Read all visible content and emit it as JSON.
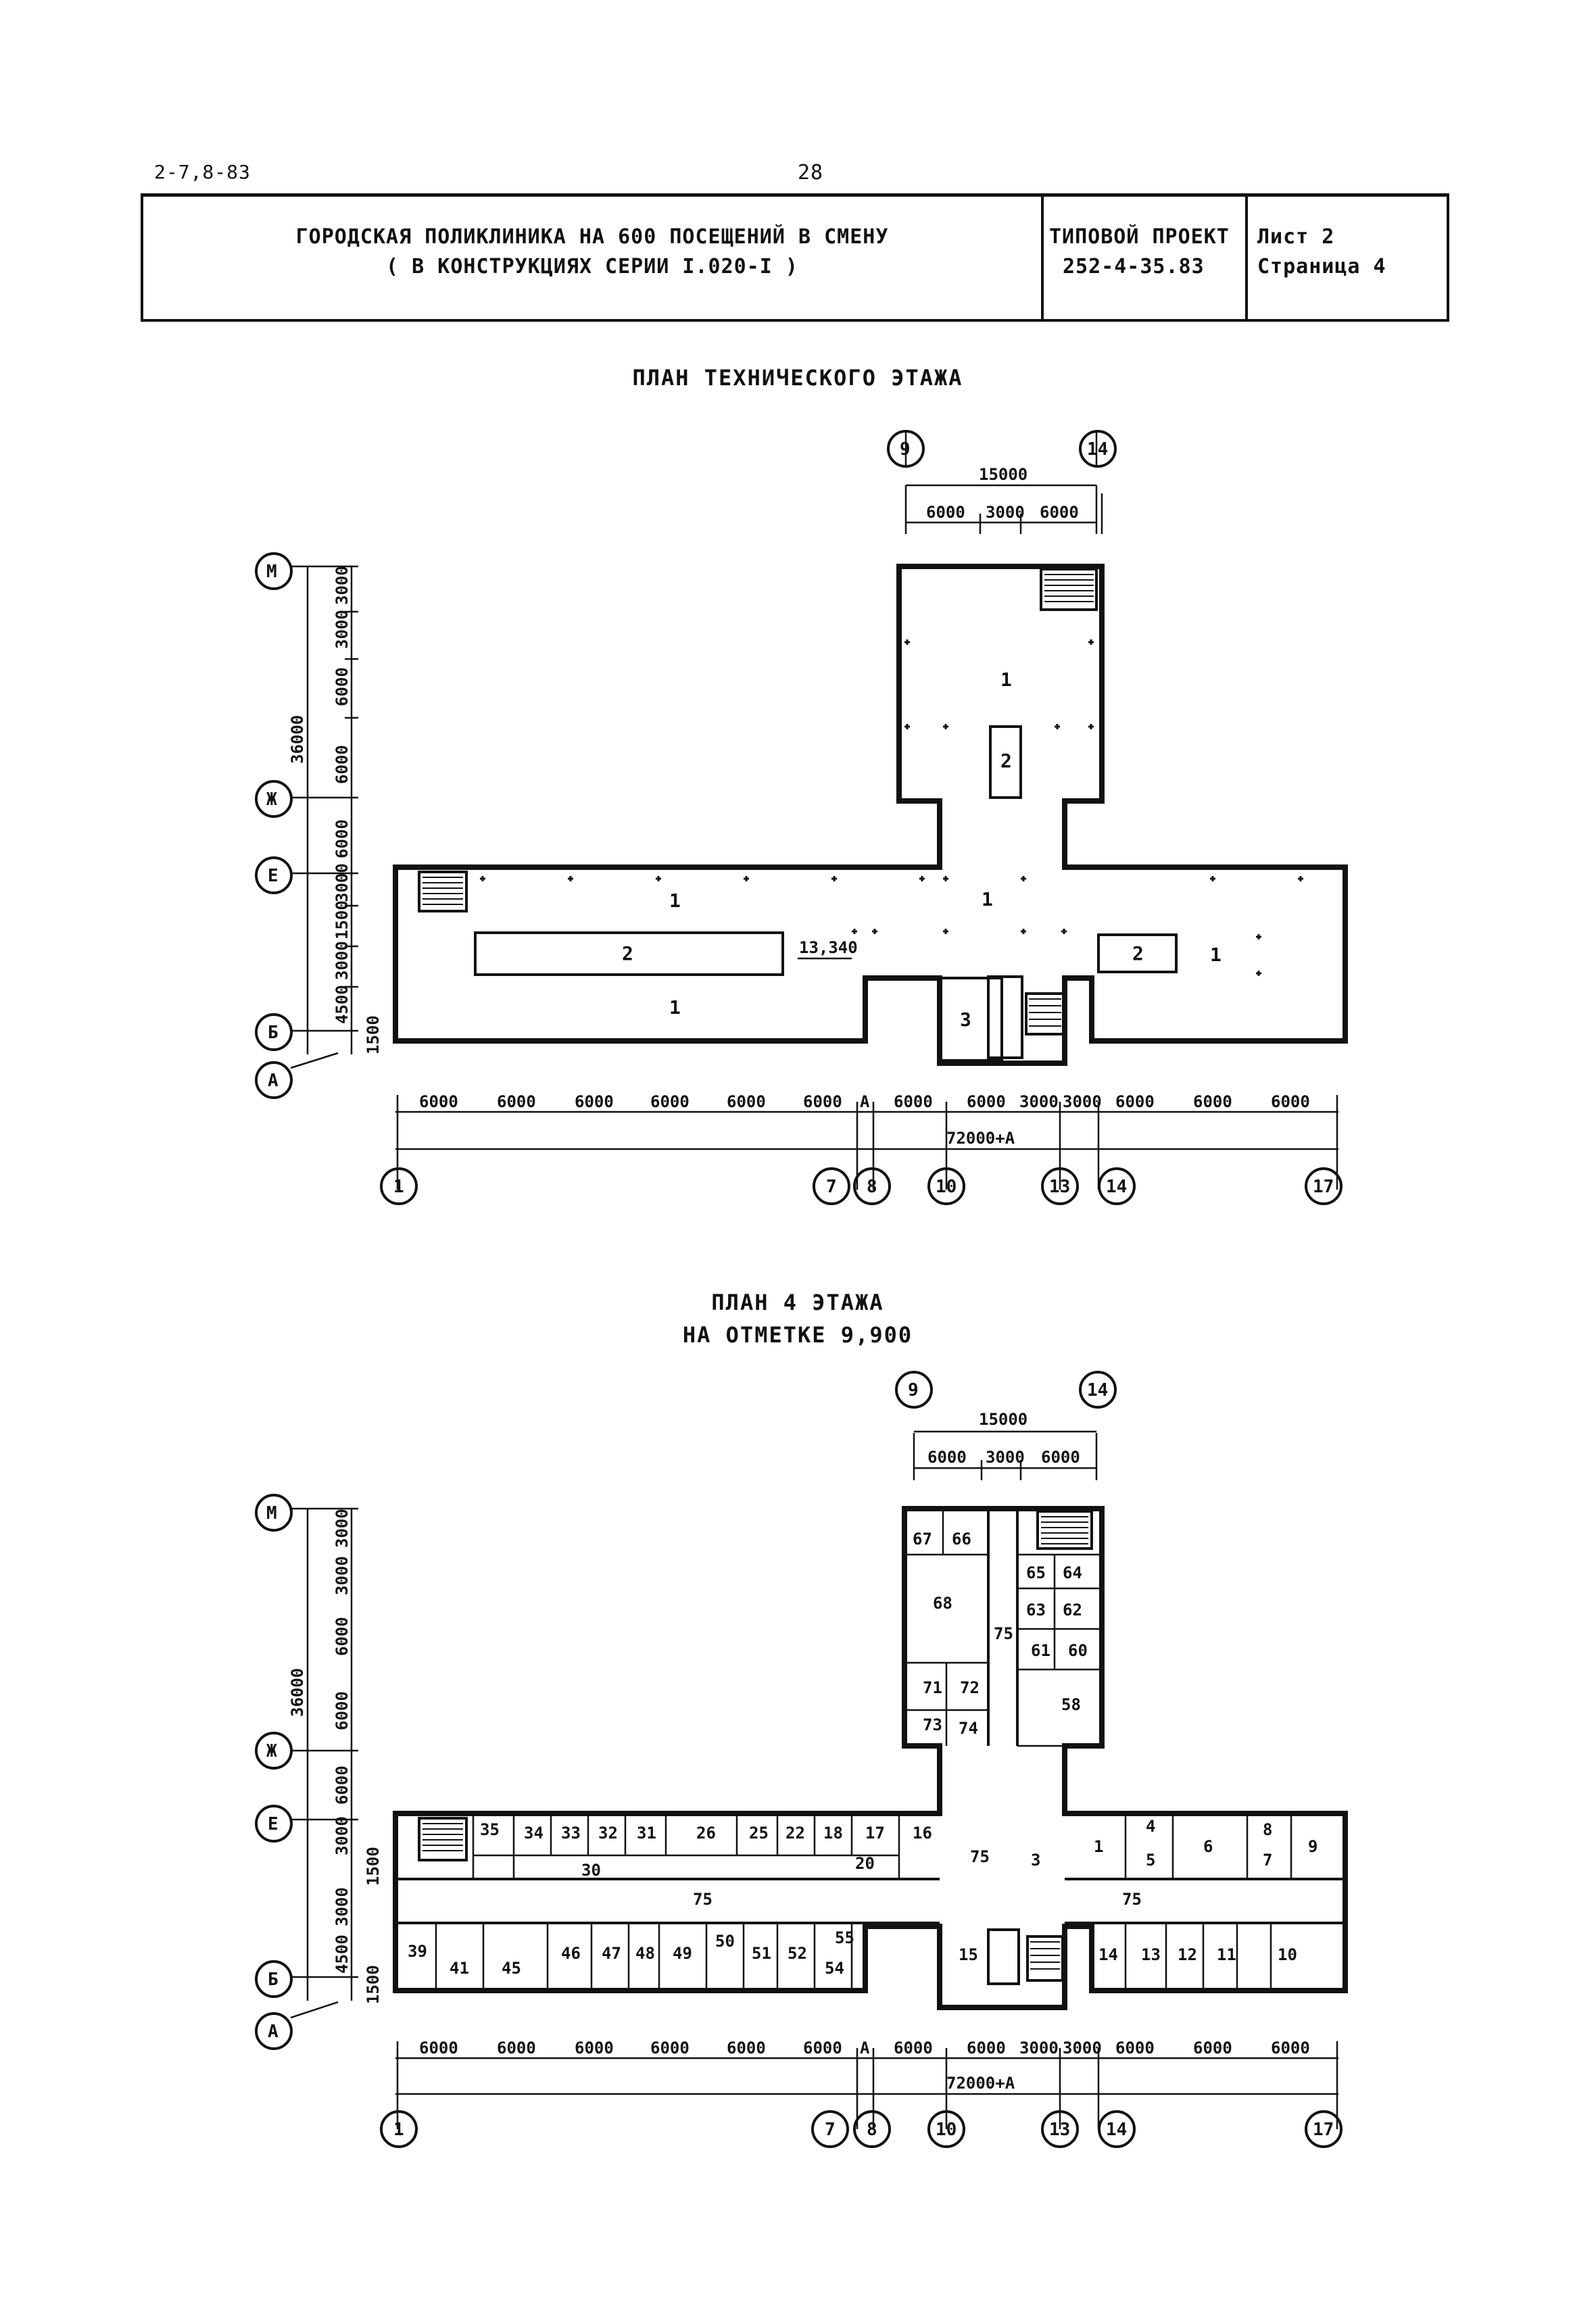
{
  "header": {
    "doc_code": "2-7,8-83",
    "page_number": "28",
    "title_line1": "ГОРОДСКАЯ ПОЛИКЛИНИКА НА 600 ПОСЕЩЕНИЙ В СМЕНУ",
    "title_line2": "( В КОНСТРУКЦИЯХ СЕРИИ I.020-I )",
    "project_label": "ТИПОВОЙ ПРОЕКТ",
    "project_number": "252-4-35.83",
    "sheet_label": "Лист 2",
    "page_label": "Страница 4"
  },
  "plan1": {
    "title": "ПЛАН ТЕХНИЧЕСКОГО ЭТАЖА",
    "elevation_mark": "13,340",
    "rooms": [
      "1",
      "2",
      "3"
    ]
  },
  "plan2": {
    "title_line1": "ПЛАН 4 ЭТАЖА",
    "title_line2": "НА ОТМЕТКЕ 9,900"
  },
  "dimensions": {
    "top_total": "15000",
    "top_parts": [
      "6000",
      "3000",
      "6000"
    ],
    "left_total": "36000",
    "left_parts": [
      "3000",
      "3000",
      "6000",
      "6000",
      "6000",
      "3000",
      "1500",
      "3000",
      "4500",
      "1500"
    ],
    "bottom_parts": [
      "6000",
      "6000",
      "6000",
      "6000",
      "6000",
      "6000",
      "А",
      "6000",
      "6000",
      "3000",
      "3000",
      "6000",
      "6000",
      "6000"
    ],
    "bottom_total": "72000+А"
  },
  "axes": {
    "columns": [
      "1",
      "7",
      "8",
      "10",
      "13",
      "14",
      "17"
    ],
    "top_columns": [
      "9",
      "14"
    ],
    "rows": [
      "М",
      "Ж",
      "Е",
      "Б",
      "А"
    ]
  }
}
